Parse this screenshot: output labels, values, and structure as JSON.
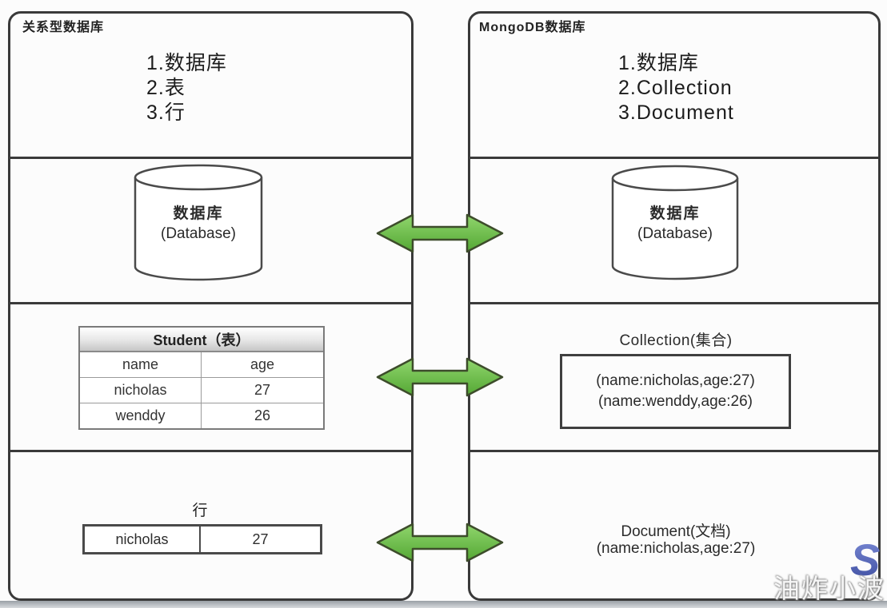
{
  "left_panel": {
    "title": "关系型数据库",
    "list": [
      "1.数据库",
      "2.表",
      "3.行"
    ],
    "cylinder": {
      "label_cn": "数据库",
      "label_en": "(Database)"
    },
    "table": {
      "title": "Student（表）",
      "headers": [
        "name",
        "age"
      ],
      "rows": [
        [
          "nicholas",
          "27"
        ],
        [
          "wenddy",
          "26"
        ]
      ]
    },
    "row_section": {
      "label": "行",
      "cells": [
        "nicholas",
        "27"
      ]
    }
  },
  "right_panel": {
    "title": "MongoDB数据库",
    "list": [
      "1.数据库",
      "2.Collection",
      "3.Document"
    ],
    "cylinder": {
      "label_cn": "数据库",
      "label_en": "(Database)"
    },
    "collection": {
      "title": "Collection(集合)",
      "lines": [
        "(name:nicholas,age:27)",
        "(name:wenddy,age:26)"
      ]
    },
    "document": {
      "title": "Document(文档)",
      "line": "(name:nicholas,age:27)"
    }
  },
  "watermark": {
    "text": "油炸小波",
    "logo": "S"
  },
  "colors": {
    "arrow_fill_top": "#90d56d",
    "arrow_fill_bottom": "#54a834",
    "arrow_stroke": "#3d4c2b",
    "panel_border": "#3a3a3a",
    "logo_blue": "#4b5cb4"
  }
}
